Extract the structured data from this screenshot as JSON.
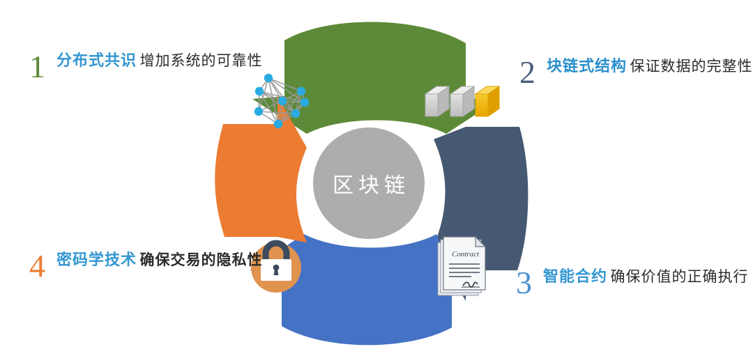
{
  "center": {
    "label": "区块链",
    "circle_color": "#adadad",
    "text_color": "#ffffff"
  },
  "diagram": {
    "type": "cycle",
    "segments": 4,
    "arrows": [
      {
        "position": "top",
        "color": "#5d8a38",
        "direction": "clockwise",
        "name": "green-arrow"
      },
      {
        "position": "right",
        "color": "#465972",
        "direction": "clockwise",
        "name": "navy-arrow"
      },
      {
        "position": "bottom",
        "color": "#4472c4",
        "direction": "clockwise",
        "name": "blue-arrow"
      },
      {
        "position": "left",
        "color": "#ec7c32",
        "direction": "clockwise",
        "name": "orange-arrow"
      }
    ]
  },
  "callouts": [
    {
      "number": "1",
      "number_color": "#5d8a38",
      "heading": "分布式共识",
      "subtitle": "增加系统的可靠性",
      "icon": "network-graph-icon"
    },
    {
      "number": "2",
      "number_color": "#4b5f7a",
      "heading": "块链式结构",
      "subtitle": "保证数据的完整性",
      "icon": "blocks-chain-icon"
    },
    {
      "number": "3",
      "number_color": "#4a8fd0",
      "heading": "智能合约",
      "subtitle": "确保价值的正确执行",
      "icon": "contract-document-icon"
    },
    {
      "number": "4",
      "number_color": "#ec7c32",
      "heading": "密码学技术",
      "subtitle": "确保交易的隐私性",
      "icon": "padlock-icon"
    }
  ],
  "icons": {
    "contract_label": "Contract",
    "network_node_color": "#29abe2",
    "network_edge_color": "#9a9a9a",
    "block_gray": "#c9c9c9",
    "block_highlight": "#f2b50d",
    "lock_circle_color": "#e0934f",
    "lock_body_color": "#ffffff",
    "lock_shackle_color": "#3c4a5e"
  },
  "colors": {
    "background": "#ffffff",
    "heading_blue": "#3396d1",
    "subtitle_dark": "#2b2b2b"
  }
}
